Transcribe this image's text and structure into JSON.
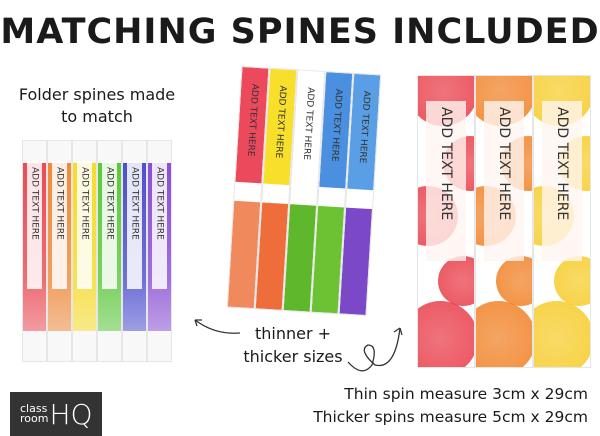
{
  "title": "MATCHING SPINES INCLUDED",
  "subtitle": "Folder spines made to match",
  "spine_label": "ADD TEXT HERE",
  "left_spines": {
    "colors": [
      "#ec4b55",
      "#ef8a3c",
      "#f6dc2a",
      "#5cc83a",
      "#4d4fd0",
      "#8a4fd6"
    ]
  },
  "middle_spines": {
    "top_colors": [
      "#ec4a5c",
      "#f7df2b",
      "#ffffff",
      "#4a8fe0",
      "#5a9fe6"
    ],
    "bottom_colors": [
      "#f08a5c",
      "#ef6d3a",
      "#5fb82c",
      "#6cc233",
      "#7b48c8"
    ]
  },
  "right_spines": {
    "colors": [
      "#e8323f",
      "#f07a1a",
      "#f6c91e"
    ]
  },
  "note": {
    "line1": "thinner +",
    "line2": "thicker sizes"
  },
  "measurements": {
    "thin": "Thin spin measure 3cm x 29cm",
    "thick": "Thicker spins measure 5cm x 29cm"
  },
  "logo": {
    "line1": "class",
    "line2": "room",
    "mark": "HQ"
  }
}
